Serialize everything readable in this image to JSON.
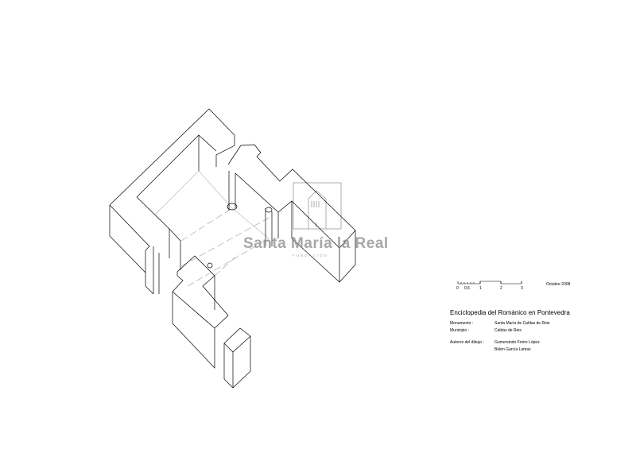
{
  "watermark": {
    "name": "Santa María la Real",
    "subtitle": "FUNDACIÓN"
  },
  "scale": {
    "ticks": [
      "0",
      "0,5",
      "1",
      "2",
      "3"
    ],
    "date": "Octubre 2008"
  },
  "titleblock": {
    "title": "Enciclopedia del Románico en Pontevedra",
    "monumento_label": "Monumento :",
    "monumento_value": "Santa María de Caldas de Reis",
    "municipio_label": "Municipio :",
    "municipio_value": "Caldas de Reis",
    "autores_label": "Autores del dibujo :",
    "autores": [
      "Gumersindo Freire López",
      "Belén García Lamas"
    ]
  }
}
